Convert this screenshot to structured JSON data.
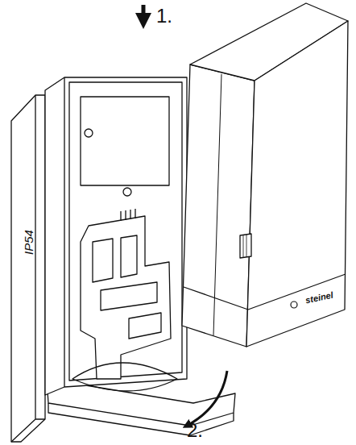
{
  "diagram": {
    "labels": [
      "1.",
      "2.",
      "IP54",
      "steinel"
    ]
  }
}
